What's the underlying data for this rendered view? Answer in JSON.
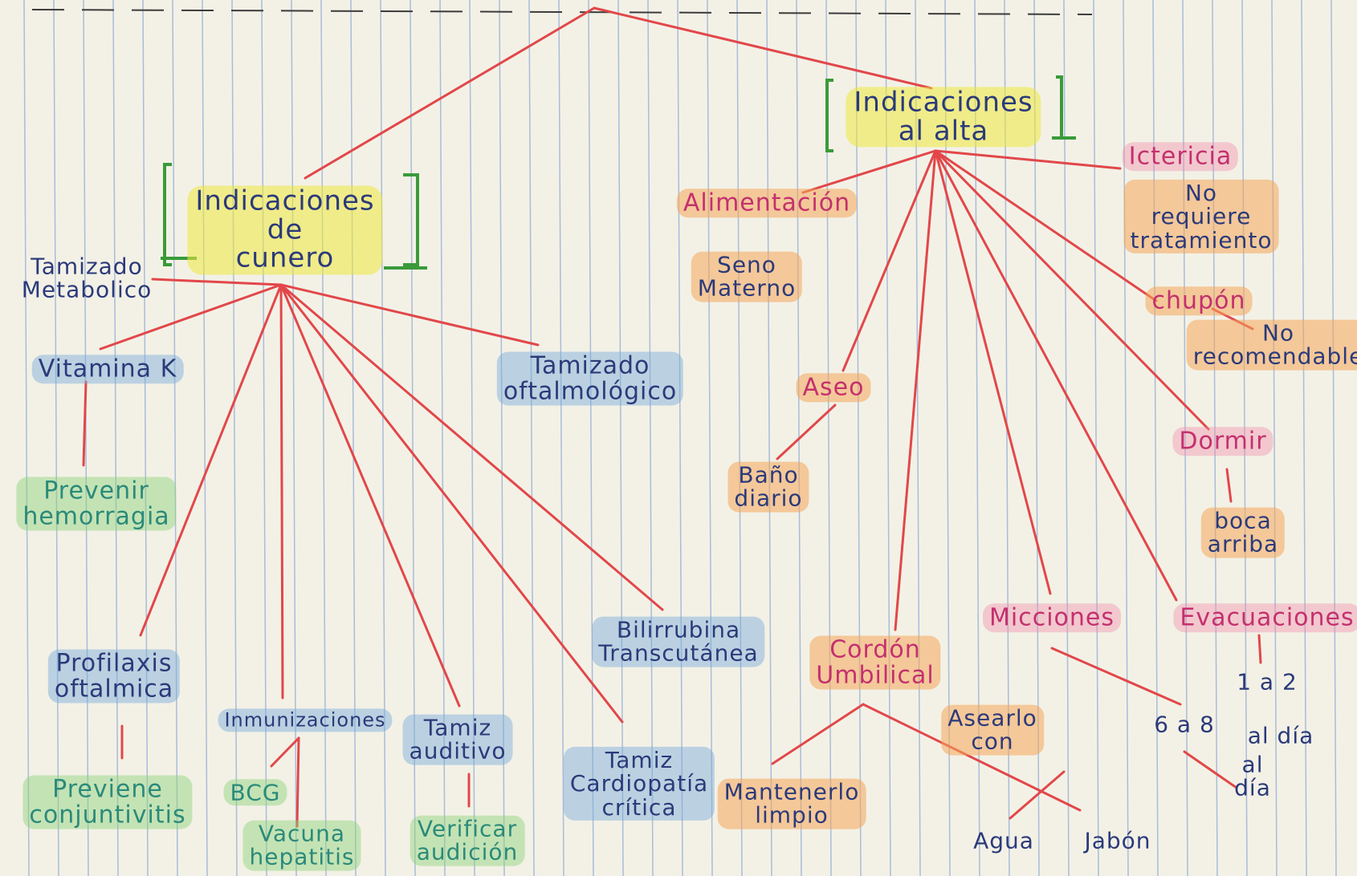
{
  "diagram": {
    "left_root": "Indicaciones\nde\ncunero",
    "right_root": "Indicaciones\nal alta",
    "left": {
      "tamizado_metabolico": "Tamizado\nMetabolico",
      "vitamina_k": "Vitamina K",
      "prevenir_hemorragia": "Prevenir\nhemorragia",
      "tamizado_oftalmologico": "Tamizado\noftalmológico",
      "bilirrubina": "Bilirrubina\nTranscutánea",
      "profilaxis": "Profilaxis\noftalmica",
      "previene": "Previene\nconjuntivitis",
      "inmunizaciones": "Inmunizaciones",
      "bcg": "BCG",
      "vacuna": "Vacuna\nhepatitis",
      "tamiz_auditivo": "Tamiz\nauditivo",
      "verificar": "Verificar\naudición",
      "tamiz_cardio": "Tamiz\nCardiopatía\ncrítica"
    },
    "right": {
      "alimentacion": "Alimentación",
      "seno": "Seno\nMaterno",
      "aseo": "Aseo",
      "bano": "Baño\ndiario",
      "cordon": "Cordón\nUmbilical",
      "mantenerlo": "Mantenerlo\nlimpio",
      "asearlo": "Asearlo\ncon",
      "agua": "Agua",
      "jabon": "Jabón",
      "ictericia": "Ictericia",
      "no_requiere": "No\nrequiere\ntratamiento",
      "chupon": "chupón",
      "no_recomendable": "No\nrecomendable",
      "dormir": "Dormir",
      "boca_arriba": "boca\narriba",
      "micciones": "Micciones",
      "seis_ocho": "6 a 8",
      "evacuaciones": "Evacuaciones",
      "uno_dos": "1 a 2",
      "al_dia_a": "al día",
      "al_dia_b": "al\ndía"
    }
  },
  "colors": {
    "connector": "#e2474a",
    "bracket": "#3a9a3a",
    "text_blue": "#2b3a7a",
    "text_green": "#2a8a7a",
    "text_pink": "#c4306e",
    "paper": "#f3f1e6",
    "ruling": "#a9bcd8"
  }
}
